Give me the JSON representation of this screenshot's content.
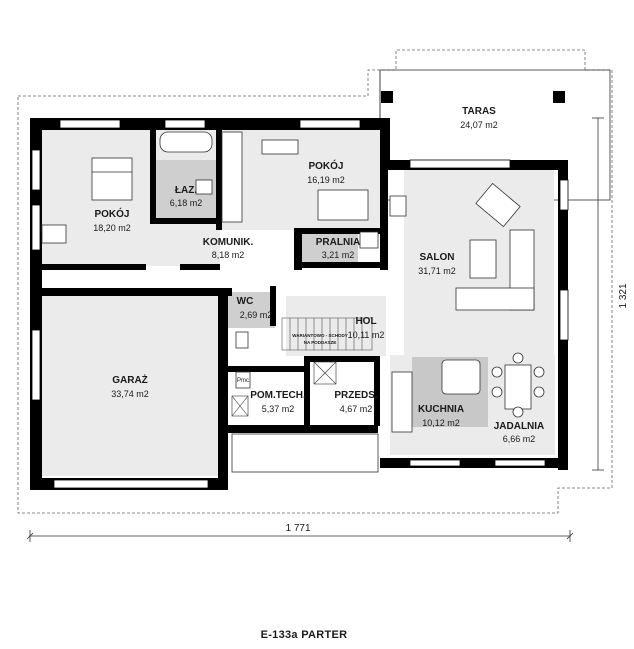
{
  "rooms": {
    "taras": {
      "name": "TARAS",
      "area": "24,07 m2"
    },
    "lazienka": {
      "name": "ŁAZ.",
      "area": "6,18 m2"
    },
    "pokoj1": {
      "name": "POKÓJ",
      "area": "18,20 m2"
    },
    "pokoj2": {
      "name": "POKÓJ",
      "area": "16,19 m2"
    },
    "komunik": {
      "name": "KOMUNIK.",
      "area": "8,18 m2"
    },
    "pralnia": {
      "name": "PRALNIA",
      "area": "3,21 m2"
    },
    "salon": {
      "name": "SALON",
      "area": "31,71 m2"
    },
    "wc": {
      "name": "WC",
      "area": "2,69 m2"
    },
    "hol": {
      "name": "HOL",
      "area": "10,11 m2"
    },
    "garaz": {
      "name": "GARAŻ",
      "area": "33,74 m2"
    },
    "pomtech": {
      "name": "POM.TECH.",
      "area": "5,37 m2"
    },
    "przeds": {
      "name": "PRZEDS.",
      "area": "4,67 m2"
    },
    "kuchnia": {
      "name": "KUCHNIA",
      "area": "10,12 m2"
    },
    "jadalnia": {
      "name": "JADALNIA",
      "area": "6,66 m2"
    }
  },
  "stairs_note": {
    "line1": "WARIANTOWO - SCHODY",
    "line2": "NA PODDASZE"
  },
  "appliance_label": "Pmc",
  "dimensions": {
    "width": "1 771",
    "depth": "1 321"
  },
  "drawing_title": "E-133a PARTER"
}
